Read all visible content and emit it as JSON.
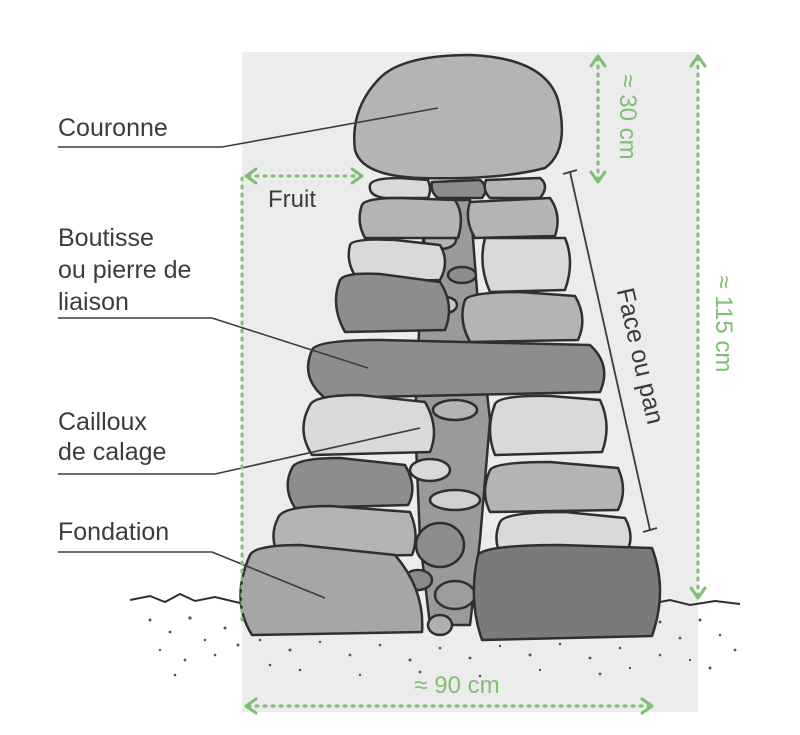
{
  "labels": {
    "couronne": "Couronne",
    "boutisse_1": "Boutisse",
    "boutisse_2": "ou pierre de",
    "boutisse_3": "liaison",
    "cailloux_1": "Cailloux",
    "cailloux_2": "de calage",
    "fondation": "Fondation",
    "fruit": "Fruit",
    "face": "Face ou pan"
  },
  "dimensions": {
    "top_height": "≈ 30 cm",
    "total_height": "≈ 115 cm",
    "base_width": "≈ 90 cm"
  },
  "colors": {
    "dimension": "#7fbf73",
    "text": "#3c3c3c",
    "outline": "#2f2f2f",
    "stone_light": "#d9d9d9",
    "stone_mid": "#b4b4b4",
    "stone_dark": "#8d8d8d",
    "background_panel": "#e9e9e9"
  }
}
